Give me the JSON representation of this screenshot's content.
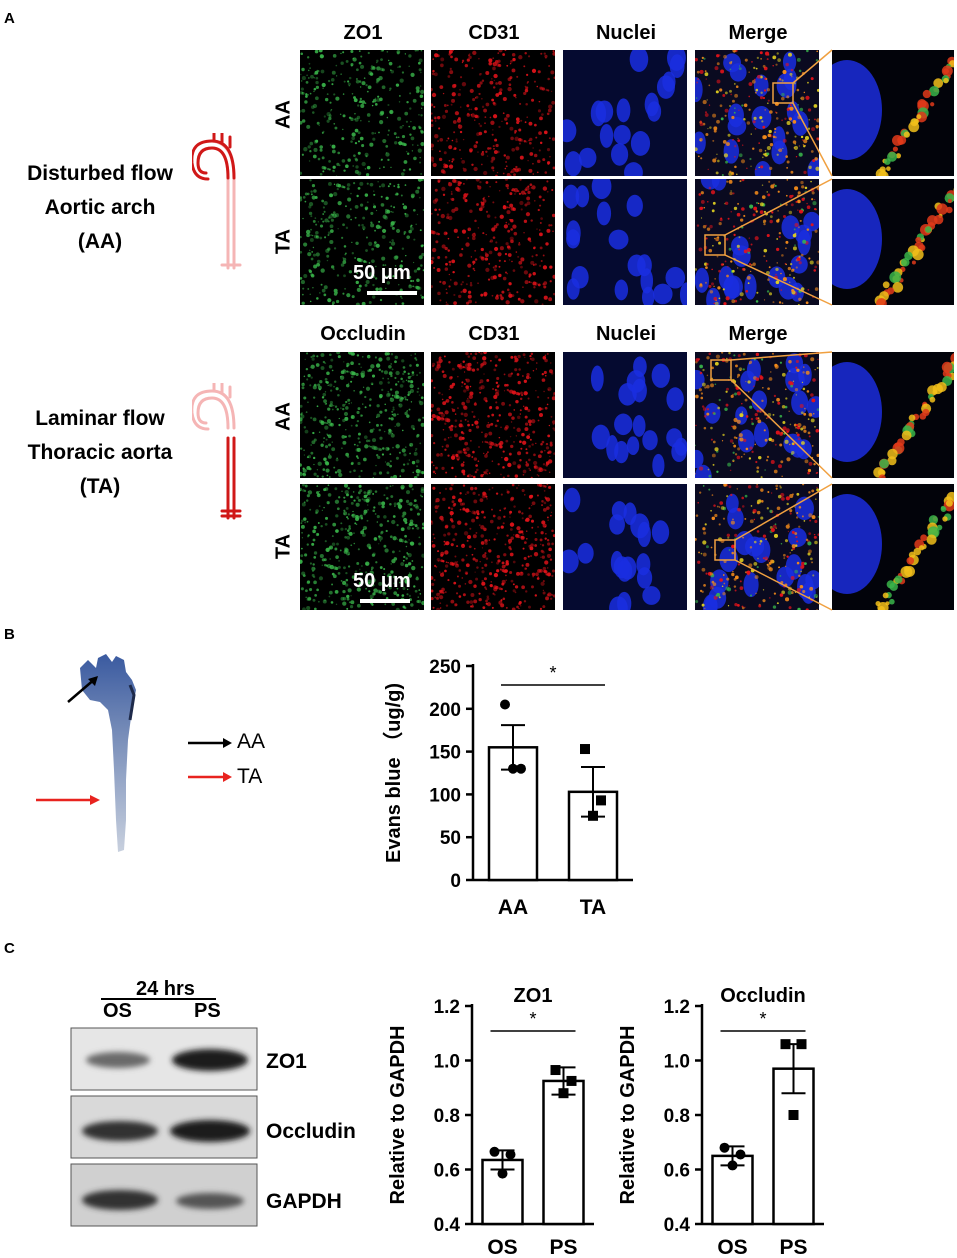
{
  "panels": {
    "a": "A",
    "b": "B",
    "c": "C"
  },
  "panel_a": {
    "top_channels": [
      "ZO1",
      "CD31",
      "Nuclei",
      "Merge"
    ],
    "bottom_channels": [
      "Occludin",
      "CD31",
      "Nuclei",
      "Merge"
    ],
    "rows": [
      "AA",
      "TA"
    ],
    "top_side_label": [
      "Disturbed flow",
      "Aortic arch",
      "(AA)"
    ],
    "bottom_side_label": [
      "Laminar flow",
      "Thoracic aorta",
      "(TA)"
    ],
    "scale_bar": "50 μm",
    "colors": {
      "zo1": "#39b54a",
      "cd31": "#e3131a",
      "nuclei": "#1a2ee0",
      "aorta_dark": "#d01818",
      "aorta_light": "#f5b5b5",
      "inset_box": "#f0a040"
    }
  },
  "panel_b": {
    "legend": [
      {
        "label": "AA",
        "color": "#000000"
      },
      {
        "label": "TA",
        "color": "#e8231f"
      }
    ],
    "chart_data": {
      "type": "bar",
      "categories": [
        "AA",
        "TA"
      ],
      "values": [
        155,
        103
      ],
      "errors": [
        26,
        29
      ],
      "points": [
        [
          205,
          130,
          130
        ],
        [
          153,
          93,
          75
        ]
      ],
      "ylabel": "Evans blue （ug/g)",
      "ylim": [
        0,
        250
      ],
      "yticks": [
        "0",
        "50",
        "100",
        "150",
        "200",
        "250"
      ],
      "significance": "*"
    }
  },
  "panel_c": {
    "blot_header": "24 hrs",
    "blot_columns": [
      "OS",
      "PS"
    ],
    "blot_rows": [
      "ZO1",
      "Occludin",
      "GAPDH"
    ],
    "charts": [
      {
        "type": "bar",
        "title": "ZO1",
        "categories": [
          "OS",
          "PS"
        ],
        "values": [
          0.635,
          0.925
        ],
        "errors": [
          0.035,
          0.05
        ],
        "points": [
          [
            0.665,
            0.655,
            0.585
          ],
          [
            0.965,
            0.925,
            0.88
          ]
        ],
        "ylabel": "Relative to GAPDH",
        "ylim": [
          0.4,
          1.2
        ],
        "yticks": [
          "0.4",
          "0.6",
          "0.8",
          "1.0",
          "1.2"
        ],
        "significance": "*"
      },
      {
        "type": "bar",
        "title": "Occludin",
        "categories": [
          "OS",
          "PS"
        ],
        "values": [
          0.65,
          0.97
        ],
        "errors": [
          0.035,
          0.09
        ],
        "points": [
          [
            0.68,
            0.655,
            0.615
          ],
          [
            1.06,
            1.06,
            0.8
          ]
        ],
        "ylabel": "Relative to GAPDH",
        "ylim": [
          0.4,
          1.2
        ],
        "yticks": [
          "0.4",
          "0.6",
          "0.8",
          "1.0",
          "1.2"
        ],
        "significance": "*"
      }
    ]
  }
}
